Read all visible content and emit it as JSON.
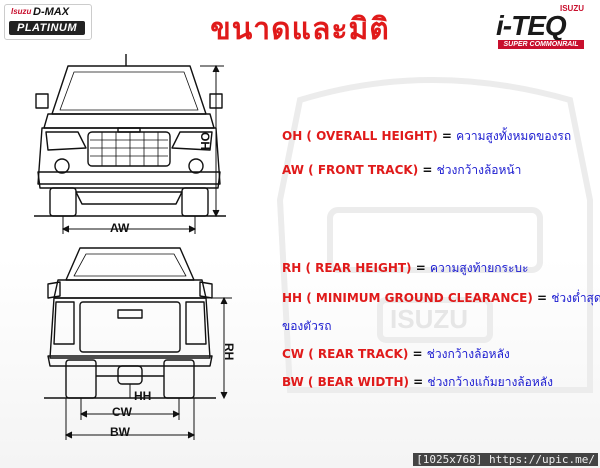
{
  "logo": {
    "brand_top": "Isuzu",
    "model": "D-MAX",
    "trim": "PLATINUM"
  },
  "title": "ขนาดและมิติ",
  "iteq": {
    "brand": "ISUZU",
    "name": "i-TEQ",
    "tagline": "SUPER COMMONRAIL"
  },
  "front_view": {
    "height_label": "OH",
    "width_label": "AW"
  },
  "rear_view": {
    "height_label": "RH",
    "ground_label": "HH",
    "track_label": "CW",
    "width_label": "BW"
  },
  "specs": [
    {
      "key": "OH ( OVERALL HEIGHT)",
      "eq": " = ",
      "value": "ความสูงทั้งหมดของรถ"
    },
    {
      "key": "AW ( FRONT TRACK)",
      "eq": " = ",
      "value": "ช่วงกว้างล้อหน้า"
    },
    {
      "key": "RH ( REAR HEIGHT)",
      "eq": " = ",
      "value": "ความสูงท้ายกระบะ"
    },
    {
      "key": "HH ( MINIMUM GROUND CLEARANCE)",
      "eq": " = ",
      "value": " ช่วงต่ำสุด",
      "value2": "ของตัวรถ"
    },
    {
      "key": "CW ( REAR TRACK)",
      "eq": " = ",
      "value": "ช่วงกว้างล้อหลัง"
    },
    {
      "key": "BW ( BEAR WIDTH)",
      "eq": " = ",
      "value": "ช่วงกว้างแก้มยางล้อหลัง"
    }
  ],
  "footer": "[1025x768] https://upic.me/"
}
